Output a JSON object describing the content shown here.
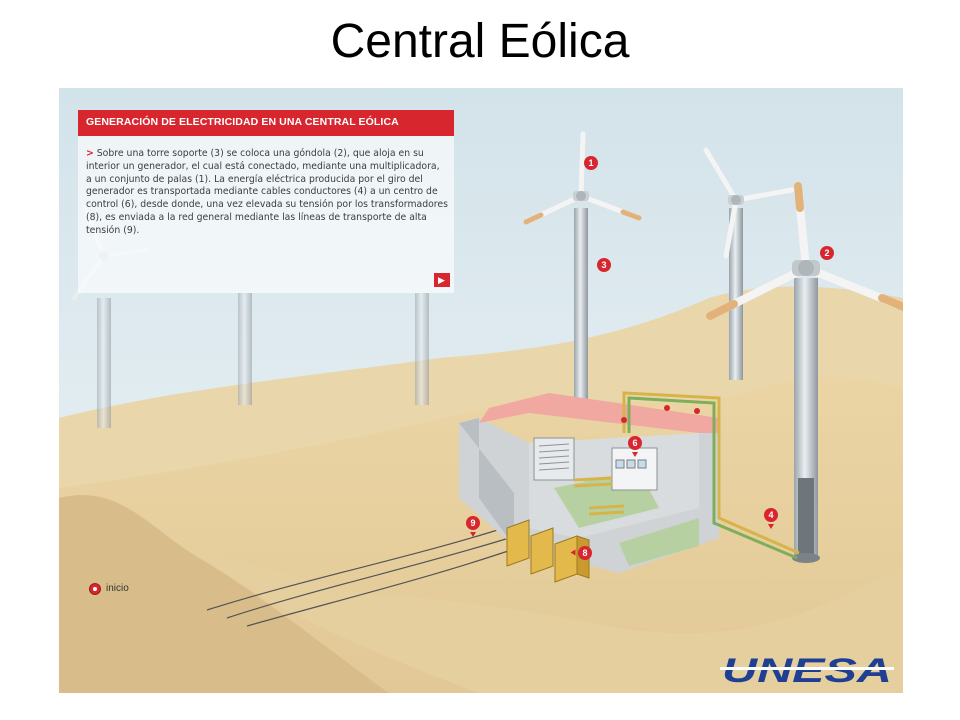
{
  "slide": {
    "title": "Central Eólica"
  },
  "panel": {
    "title": "GENERACIÓN DE ELECTRICIDAD EN UNA CENTRAL EÓLICA",
    "bullet": ">",
    "text": "Sobre una torre soporte (3) se coloca una góndola (2), que aloja en su interior un generador, el cual está conectado, mediante una multiplicadora, a un conjunto de palas (1). La energía eléctrica producida por el giro del generador es transportada mediante cables conductores (4) a un centro de control (6), desde donde, una vez elevada su tensión por los transformadores (8), es enviada a la red general mediante las líneas de transporte de alta tensión (9).",
    "next_icon": "play-icon"
  },
  "markers": {
    "m1": "1",
    "m2": "2",
    "m3": "3",
    "m4": "4",
    "m6": "6",
    "m8": "8",
    "m9": "9"
  },
  "legend": {
    "label": "inicio",
    "icon": "start-dot-icon"
  },
  "logo": {
    "text": "UNESA"
  },
  "colors": {
    "accent": "#d7262e",
    "sky": "#dce9ef",
    "sand": "#e8d3a3",
    "roof": "#f0a8a0",
    "floor": "#b7d0a2",
    "logo_blue": "#1f3f93"
  }
}
